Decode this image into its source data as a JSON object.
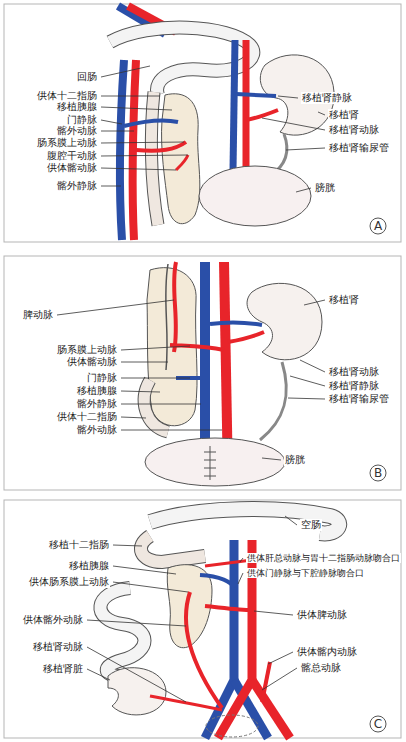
{
  "diagram": {
    "nodes": [
      {
        "text": [
          "A"
        ]
      },
      {
        "text": [
          "B"
        ]
      },
      {
        "text": [
          "C"
        ]
      }
    ],
    "labels": [
      "回肠",
      "供体十二指肠",
      "移植胰腺",
      "门静脉",
      "髂外动脉",
      "肠系膜上动脉",
      "腹腔干动脉",
      "供体髂动脉",
      "髂外静脉",
      "移植肾静脉",
      "移植肾",
      "移植肾动脉",
      "移植肾输尿管",
      "膀胱",
      "脾动脉",
      "移植肾",
      "肠系膜上动脉",
      "供体髂动脉",
      "门静脉",
      "移植胰腺",
      "髂外静脉",
      "供体十二指肠",
      "髂外动脉",
      "移植肾动脉",
      "移植肾静脉",
      "移植肾输尿管",
      "膀胱",
      "空肠",
      "移植十二指肠",
      "供体肝总动脉与胃十二指肠动脉吻合口",
      "移植胰腺",
      "供体门静脉与下腔静脉吻合口",
      "供体肠系膜上动脉",
      "供体髂外动脉",
      "供体脾动脉",
      "移植肾动脉",
      "供体髂内动脉",
      "移植肾脏",
      "髂总动脉"
    ]
  }
}
